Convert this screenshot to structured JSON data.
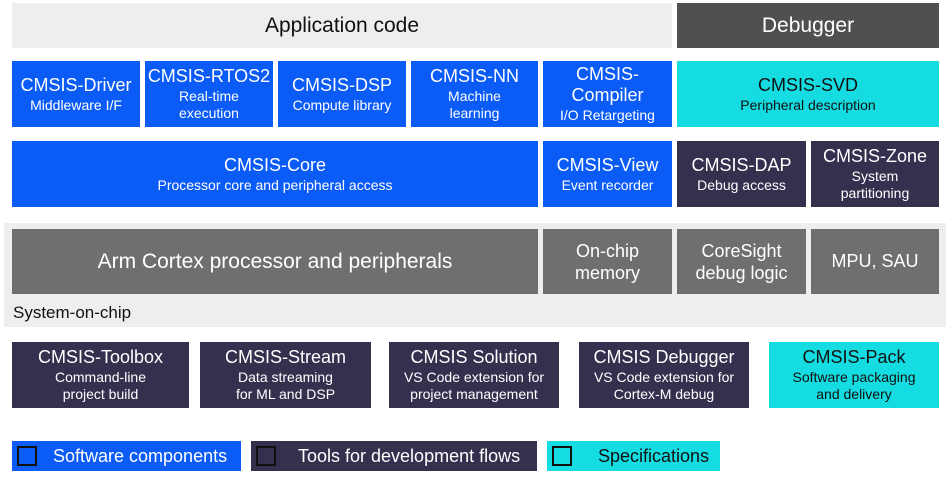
{
  "app_layer": {
    "application": "Application code",
    "debugger": "Debugger"
  },
  "middleware_row": [
    {
      "title": "CMSIS-Driver",
      "subtitle": "Middleware I/F"
    },
    {
      "title": "CMSIS-RTOS2",
      "subtitle": "Real-time execution"
    },
    {
      "title": "CMSIS-DSP",
      "subtitle": "Compute library"
    },
    {
      "title": "CMSIS-NN",
      "subtitle": "Machine learning"
    },
    {
      "title": "CMSIS-Compiler",
      "subtitle": "I/O Retargeting"
    }
  ],
  "svd": {
    "title": "CMSIS-SVD",
    "subtitle": "Peripheral description"
  },
  "core_row": {
    "core": {
      "title": "CMSIS-Core",
      "subtitle": "Processor core and peripheral access"
    },
    "view": {
      "title": "CMSIS-View",
      "subtitle": "Event recorder"
    },
    "dap": {
      "title": "CMSIS-DAP",
      "subtitle": "Debug access"
    },
    "zone": {
      "title": "CMSIS-Zone",
      "subtitle": "System partitioning"
    }
  },
  "soc": {
    "label": "System-on-chip",
    "processor": "Arm Cortex processor and peripherals",
    "memory": "On-chip memory",
    "coresight": "CoreSight debug logic",
    "mpu": "MPU, SAU"
  },
  "tools_row": [
    {
      "title": "CMSIS-Toolbox",
      "subtitle": "Command-line project build"
    },
    {
      "title": "CMSIS-Stream",
      "subtitle": "Data streaming for ML and DSP"
    },
    {
      "title": "CMSIS Solution",
      "subtitle": "VS Code extension for project management"
    },
    {
      "title": "CMSIS Debugger",
      "subtitle": "VS Code extension for Cortex-M debug"
    },
    {
      "title": "CMSIS-Pack",
      "subtitle": "Software packaging and delivery"
    }
  ],
  "legend": {
    "software": "Software components",
    "tools": "Tools for development flows",
    "specs": "Specifications"
  },
  "colors": {
    "software": "#0b5bf6",
    "tools": "#34314f",
    "specs": "#14dce0",
    "hardware": "#6f6f6f",
    "debugger": "#505050"
  }
}
